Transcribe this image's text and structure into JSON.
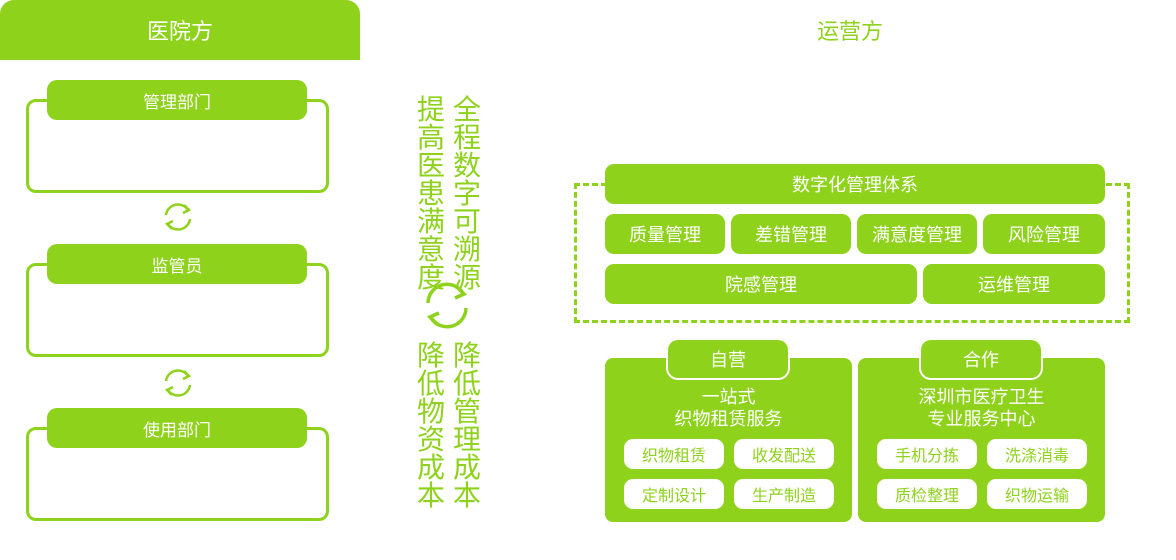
{
  "hospital": {
    "title": "医院方",
    "departments": [
      "管理部门",
      "监管员",
      "使用部门"
    ]
  },
  "middle": {
    "left_column": "提高医患满意度",
    "right_column": "全程数字可溯源",
    "bottom_left_column": "降低物资成本",
    "bottom_right_column": "降低管理成本"
  },
  "operator": {
    "title": "运营方",
    "system_title": "数字化管理体系",
    "row1": [
      "质量管理",
      "差错管理",
      "满意度管理",
      "风险管理"
    ],
    "row2": [
      "院感管理",
      "运维管理"
    ],
    "self": {
      "tab": "自营",
      "heading_line1": "一站式",
      "heading_line2": "织物租赁服务",
      "chips": [
        "织物租赁",
        "收发配送",
        "定制设计",
        "生产制造"
      ]
    },
    "partner": {
      "tab": "合作",
      "heading_line1": "深圳市医疗卫生",
      "heading_line2": "专业服务中心",
      "chips": [
        "手机分拣",
        "洗涤消毒",
        "质检整理",
        "织物运输"
      ]
    }
  },
  "colors": {
    "accent": "#8ed21c",
    "background": "#ffffff"
  }
}
